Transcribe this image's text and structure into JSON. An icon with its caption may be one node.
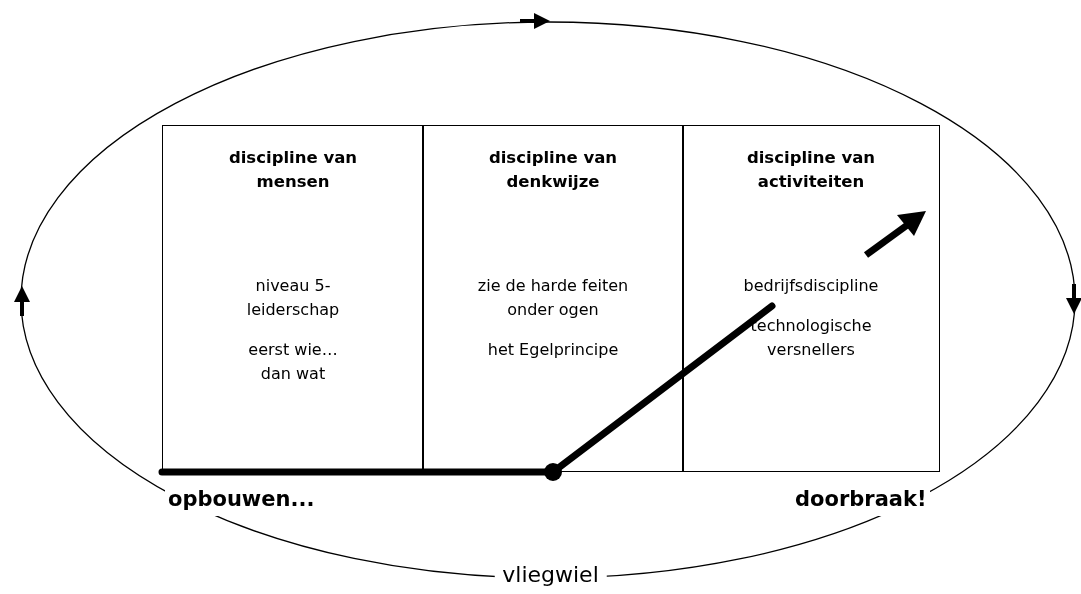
{
  "diagram": {
    "nodes": [
      {
        "text": [
          "vliegwiel"
        ]
      },
      {
        "text": [
          "discipline van mensen",
          "niveau 5- leiderschap",
          "eerst wie… dan wat"
        ],
        "in": 0
      },
      {
        "text": [
          "discipline van denkwijze",
          "zie de harde feiten onder ogen",
          "het Egelprincipe"
        ],
        "in": 0
      },
      {
        "text": [
          "discipline van activiteiten",
          "bedrijfsdiscipline",
          "technologische versnellers"
        ],
        "in": 0
      }
    ],
    "labels": [
      "opbouwen...",
      "doorbraak!"
    ]
  }
}
